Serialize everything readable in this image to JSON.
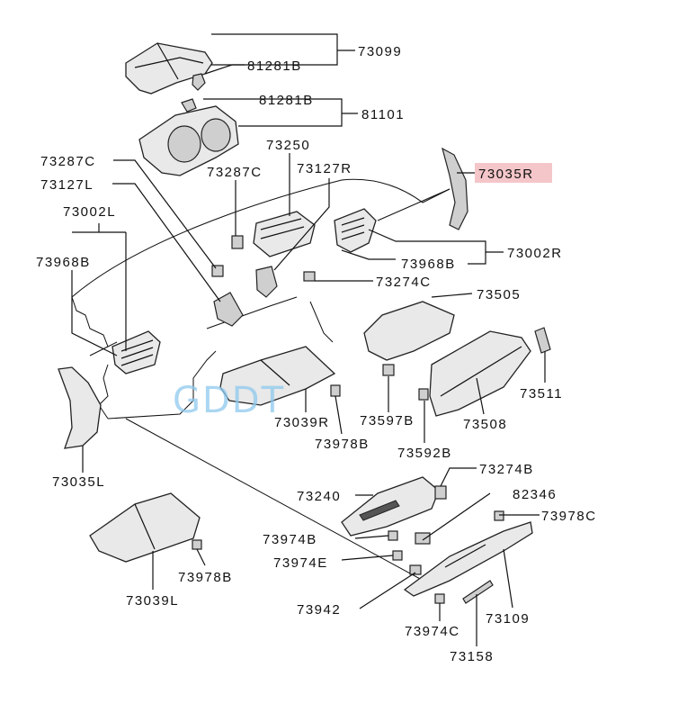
{
  "watermark": "GDDT",
  "highlight_color": "#f4c6c9",
  "labels": {
    "p73099": "73099",
    "p81281b_a": "81281B",
    "p81281b_b": "81281B",
    "p81101": "81101",
    "p73250": "73250",
    "p73287c_l": "73287C",
    "p73287c_c": "73287C",
    "p73127r": "73127R",
    "p73035r": "73035R",
    "p73127l": "73127L",
    "p73002l": "73002L",
    "p73968b_l": "73968B",
    "p73968b_r": "73968B",
    "p73002r": "73002R",
    "p73274c": "73274C",
    "p73505": "73505",
    "p73511": "73511",
    "p73508": "73508",
    "p73597b": "73597B",
    "p73592b": "73592B",
    "p73039r": "73039R",
    "p73978b_c": "73978B",
    "p73035l": "73035L",
    "p73274b": "73274B",
    "p73240": "73240",
    "p82346": "82346",
    "p73978c": "73978C",
    "p73974b": "73974B",
    "p73974e": "73974E",
    "p73942": "73942",
    "p73974c": "73974C",
    "p73109": "73109",
    "p73158": "73158",
    "p73039l": "73039L",
    "p73978b_l": "73978B"
  }
}
